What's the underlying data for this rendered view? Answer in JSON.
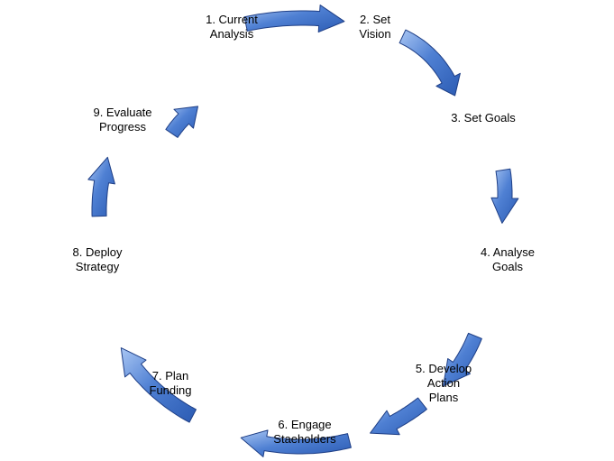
{
  "diagram": {
    "type": "cycle",
    "colors": {
      "arrow_light": "#a9c6f3",
      "arrow_mid": "#4f80d3",
      "arrow_dark": "#2b5bb3",
      "arrow_outline": "#1f3f86",
      "text": "#000000"
    },
    "steps": [
      {
        "lines": [
          "1. Current",
          "Analysis"
        ]
      },
      {
        "lines": [
          "2. Set",
          "Vision"
        ]
      },
      {
        "lines": [
          "3. Set Goals"
        ]
      },
      {
        "lines": [
          "4. Analyse",
          "Goals"
        ]
      },
      {
        "lines": [
          "5. Develop",
          "Action",
          "Plans"
        ]
      },
      {
        "lines": [
          "6. Engage",
          "Staeholders"
        ]
      },
      {
        "lines": [
          "7. Plan",
          "Funding"
        ]
      },
      {
        "lines": [
          "8. Deploy",
          "Strategy"
        ]
      },
      {
        "lines": [
          "9. Evaluate",
          "Progress"
        ]
      }
    ],
    "connections": [
      {
        "from": "1. Current Analysis",
        "to": "2. Set Vision"
      },
      {
        "from": "2. Set Vision",
        "to": "3. Set Goals"
      },
      {
        "from": "3. Set Goals",
        "to": "4. Analyse Goals"
      },
      {
        "from": "4. Analyse Goals",
        "to": "5. Develop Action Plans"
      },
      {
        "from": "5. Develop Action Plans",
        "to": "6. Engage Staeholders"
      },
      {
        "from": "6. Engage Staeholders",
        "to": "7. Plan Funding"
      },
      {
        "from": "7. Plan Funding",
        "to": "8. Deploy Strategy"
      },
      {
        "from": "8. Deploy Strategy",
        "to": "9. Evaluate Progress"
      },
      {
        "from": "9. Evaluate Progress",
        "to": "1. Current Analysis"
      }
    ]
  }
}
